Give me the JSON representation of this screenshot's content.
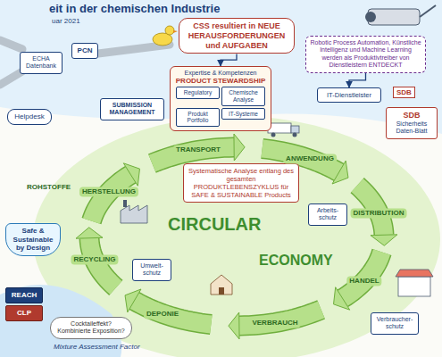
{
  "diagram": {
    "title": "eit in der chemischen Industrie",
    "nodes": [
      {
        "text": [
          "CSS resultiert in NEUE HERAUSFORDERUNGEN und AUFGABEN"
        ]
      },
      {
        "text": [
          "ECHA Datenbank"
        ]
      },
      {
        "text": [
          "PCN"
        ]
      },
      {
        "text": [
          "Robotic Process Automation, Künstliche Intelligenz und Machine Learning werden als Produktivtreiber von Dienstleistern ENTDECKT"
        ]
      },
      {
        "text": [
          "IT-Dienstleister"
        ]
      },
      {
        "text": [
          "Helpdesk"
        ]
      },
      {
        "text": [
          "SUBMISSION MANAGEMENT"
        ]
      },
      {
        "text": [
          "Expertise & Kompetenzen",
          "PRODUCT STEWARDSHIP"
        ]
      },
      {
        "text": [
          "Regulatory"
        ],
        "in": 7
      },
      {
        "text": [
          "Chemische Analyse"
        ],
        "in": 7
      },
      {
        "text": [
          "Produkt Portfolio"
        ],
        "in": 7
      },
      {
        "text": [
          "IT-Systeme"
        ],
        "in": 7
      },
      {
        "text": [
          "SDB",
          "Sicherheits Daten-Blatt"
        ]
      },
      {
        "text": [
          "Systematische Analyse entlang des gesamten PRODUKTLEBENSZYKLUS für SAFE & SUSTAINABLE Products"
        ]
      },
      {
        "text": [
          "Arbeits-schutz"
        ]
      },
      {
        "text": [
          "Safe & Sustainable by Design"
        ]
      },
      {
        "text": [
          "Umwelt-schutz"
        ]
      },
      {
        "text": [
          "REACH"
        ]
      },
      {
        "text": [
          "CLP"
        ]
      },
      {
        "text": [
          "Cocktaileffekt? Kombinierte Exposition?"
        ]
      },
      {
        "text": [
          "Verbraucher-schutz"
        ]
      }
    ],
    "edges": [
      {
        "from": 0,
        "to": 7,
        "arrow": "to"
      },
      {
        "from": 3,
        "to": 4,
        "arrow": "to"
      }
    ],
    "labels": [
      "uar 2021",
      "ROHSTOFFE",
      "HERSTELLUNG",
      "TRANSPORT",
      "ANWENDUNG",
      "DISTRIBUTION",
      "HANDEL",
      "VERBRAUCH",
      "DEPONIE",
      "RECYCLING",
      "CIRCULAR",
      "ECONOMY",
      "Mixture Assessment Factor",
      "SDB"
    ]
  }
}
